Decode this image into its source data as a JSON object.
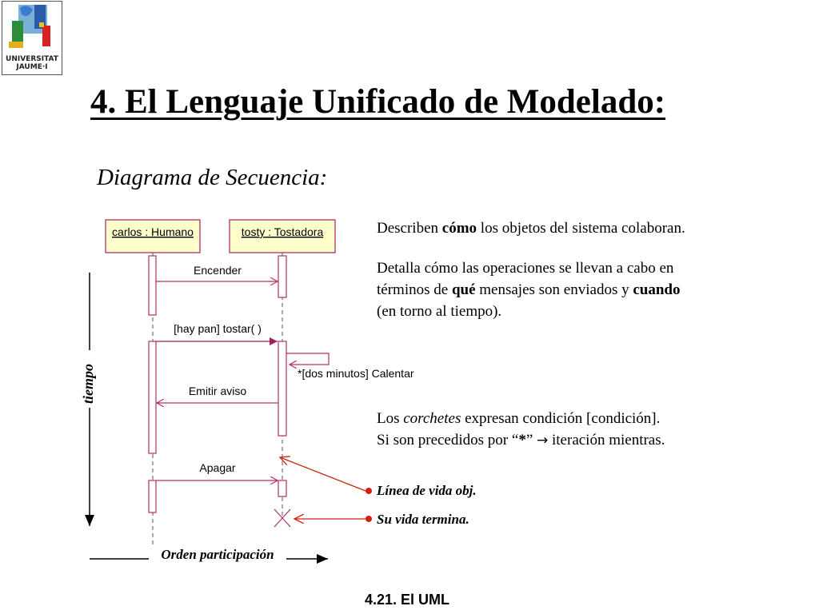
{
  "logo": {
    "line1": "UNIVERSITAT",
    "line2": "JAUME·I"
  },
  "slide": {
    "title": "4. El Lenguaje Unificado de Modelado:",
    "subtitle": "Diagrama de Secuencia:",
    "footer": "4.21. El UML"
  },
  "text": {
    "p1": {
      "a": "Describen ",
      "b": "cómo",
      "c": " los objetos del sistema colaboran."
    },
    "p2": {
      "l1": "Detalla cómo las operaciones se llevan a cabo en",
      "l2a": "términos de ",
      "l2b": "qué",
      "l2c": " mensajes son enviados y ",
      "l2d": "cuando",
      "l3": "(en torno al tiempo)."
    },
    "p3": {
      "l1a": "Los ",
      "l1b": "corchetes",
      "l1c": " expresan condición [condición].",
      "l2a": "Si son precedidos por “",
      "l2b": "*",
      "l2c": "”  ",
      "l2d": "→",
      "l2e": "  iteración mientras."
    }
  },
  "diagram": {
    "objects": [
      "carlos : Humano",
      "tosty : Tostadora"
    ],
    "messages": [
      "Encender",
      "[hay pan] tostar( )",
      "*[dos minutos] Calentar",
      "Emitir aviso",
      "Apagar"
    ],
    "axis_time": "tiempo",
    "axis_order": "Orden participación",
    "annotations": [
      "Línea de vida obj.",
      "Su vida termina."
    ]
  },
  "colors": {
    "object_fill": "#ffffcc",
    "object_border": "#b0306a",
    "accent_red": "#d02010",
    "message_line": "#b0306a"
  }
}
